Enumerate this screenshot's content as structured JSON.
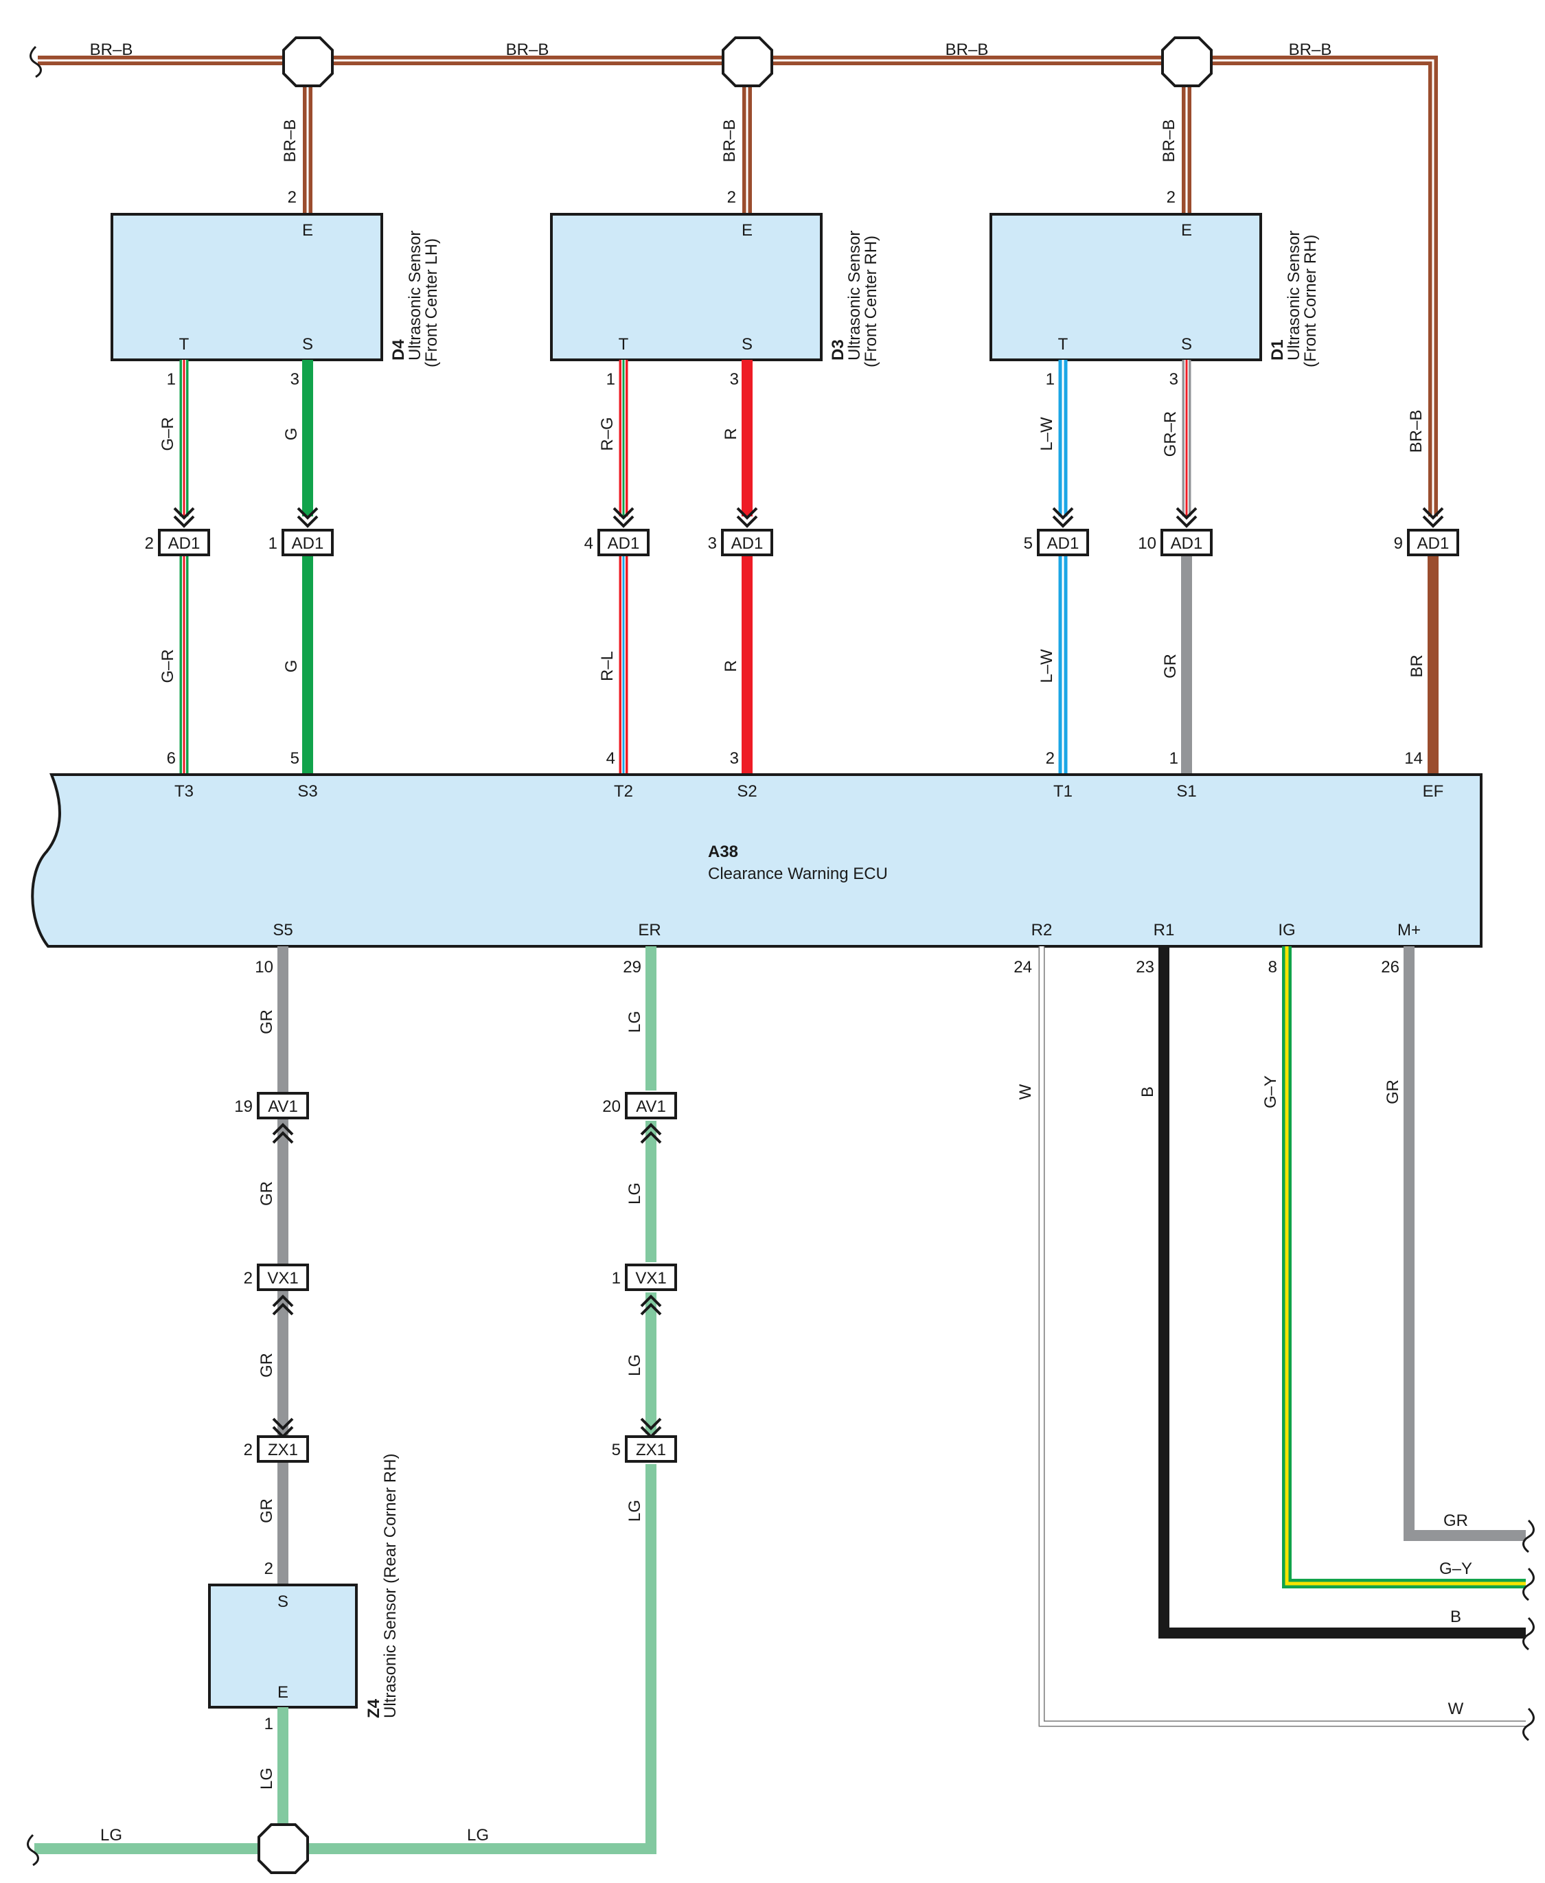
{
  "colors": {
    "BR": "#9b4d2e",
    "G": "#11a34b",
    "R": "#ee1c25",
    "L": "#1aa6e6",
    "GR": "#939598",
    "LG": "#82c9a0",
    "B": "#1a1a1a",
    "Y": "#f7e400",
    "W": "#ffffff",
    "component_fill": "#cfe9f8",
    "outline": "#1a1a1a"
  },
  "components": {
    "d4": {
      "id": "D4",
      "name": "Ultrasonic Sensor",
      "sub": "(Front Center LH)",
      "pin_e": "E",
      "pin_t": "T",
      "pin_s": "S"
    },
    "d3": {
      "id": "D3",
      "name": "Ultrasonic Sensor",
      "sub": "(Front Center RH)",
      "pin_e": "E",
      "pin_t": "T",
      "pin_s": "S"
    },
    "d1": {
      "id": "D1",
      "name": "Ultrasonic Sensor",
      "sub": "(Front Corner RH)",
      "pin_e": "E",
      "pin_t": "T",
      "pin_s": "S"
    },
    "z4": {
      "id": "Z4",
      "name": "Ultrasonic Sensor (Rear Corner RH)",
      "pin_s": "S",
      "pin_e": "E"
    },
    "ecu": {
      "id": "A38",
      "name": "Clearance Warning ECU",
      "top_pins": [
        "T3",
        "S3",
        "T2",
        "S2",
        "T1",
        "S1",
        "EF"
      ],
      "bottom_pins": [
        "S5",
        "ER",
        "R2",
        "R1",
        "IG",
        "M+"
      ]
    }
  },
  "connectors": {
    "ad1": "AD1",
    "av1": "AV1",
    "vx1": "VX1",
    "zx1": "ZX1"
  },
  "wires": {
    "br_b": "BR–B",
    "g_r": "G–R",
    "g": "G",
    "r_g": "R–G",
    "r_l": "R–L",
    "r": "R",
    "l_w": "L–W",
    "gr_r": "GR–R",
    "gr": "GR",
    "br": "BR",
    "lg": "LG",
    "w": "W",
    "b": "B",
    "g_y": "G–Y"
  },
  "pins": {
    "d4_e": "2",
    "d4_t": "1",
    "d4_s": "3",
    "d3_e": "2",
    "d3_t": "1",
    "d3_s": "3",
    "d1_e": "2",
    "d1_t": "1",
    "d1_s": "3",
    "ad1_d4t": "2",
    "ad1_d4s": "1",
    "ad1_d3t": "4",
    "ad1_d3s": "3",
    "ad1_d1t": "5",
    "ad1_d1s": "10",
    "ad1_ef": "9",
    "ecu_t3": "6",
    "ecu_s3": "5",
    "ecu_t2": "4",
    "ecu_s2": "3",
    "ecu_t1": "2",
    "ecu_s1": "1",
    "ecu_ef": "14",
    "ecu_s5": "10",
    "ecu_er": "29",
    "ecu_r2": "24",
    "ecu_r1": "23",
    "ecu_ig": "8",
    "ecu_mplus": "26",
    "av1_s5": "19",
    "av1_er": "20",
    "vx1_s5": "2",
    "vx1_er": "1",
    "zx1_s5": "2",
    "zx1_er": "5",
    "z4_s": "2",
    "z4_e": "1"
  }
}
